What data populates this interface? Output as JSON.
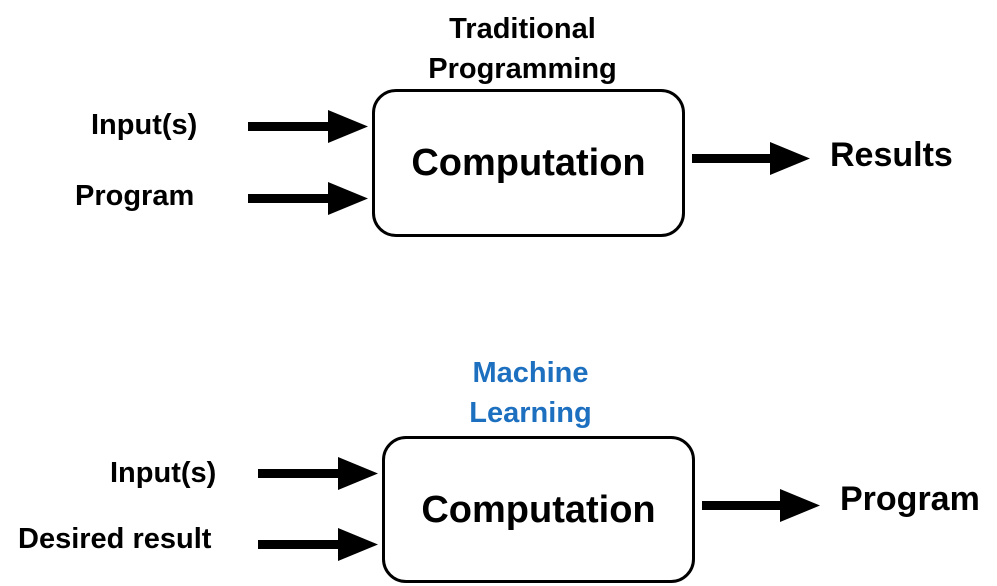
{
  "colors": {
    "text": "#000000",
    "ml_title": "#1d6fbf",
    "background": "#ffffff"
  },
  "traditional": {
    "title_line1": "Traditional",
    "title_line2": "Programming",
    "input1": "Input(s)",
    "input2": "Program",
    "box_label": "Computation",
    "output": "Results"
  },
  "ml": {
    "title_line1": "Machine",
    "title_line2": "Learning",
    "input1": "Input(s)",
    "input2": "Desired result",
    "box_label": "Computation",
    "output": "Program"
  }
}
